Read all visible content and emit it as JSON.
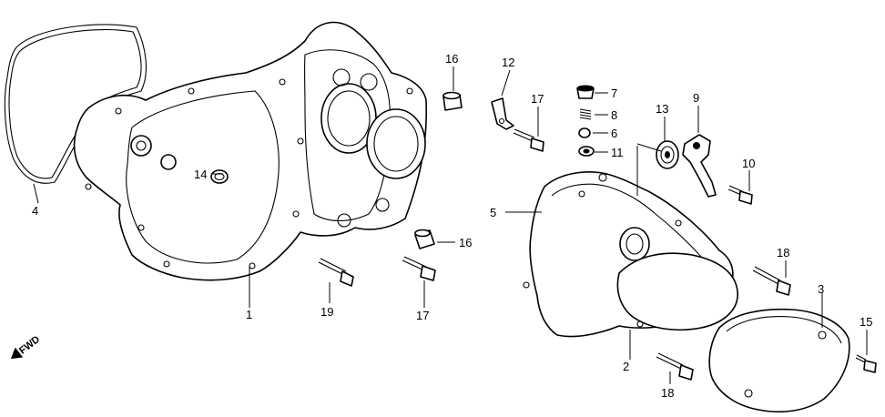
{
  "callouts": [
    {
      "id": "1",
      "label": "1"
    },
    {
      "id": "2",
      "label": "2"
    },
    {
      "id": "3",
      "label": "3"
    },
    {
      "id": "4",
      "label": "4"
    },
    {
      "id": "5",
      "label": "5"
    },
    {
      "id": "6",
      "label": "6"
    },
    {
      "id": "7",
      "label": "7"
    },
    {
      "id": "8",
      "label": "8"
    },
    {
      "id": "9",
      "label": "9"
    },
    {
      "id": "10",
      "label": "10"
    },
    {
      "id": "11",
      "label": "11"
    },
    {
      "id": "12",
      "label": "12"
    },
    {
      "id": "13",
      "label": "13"
    },
    {
      "id": "14",
      "label": "14"
    },
    {
      "id": "15",
      "label": "15"
    },
    {
      "id": "16a",
      "label": "16"
    },
    {
      "id": "16b",
      "label": "16"
    },
    {
      "id": "17a",
      "label": "17"
    },
    {
      "id": "17b",
      "label": "17"
    },
    {
      "id": "18a",
      "label": "18"
    },
    {
      "id": "18b",
      "label": "18"
    },
    {
      "id": "19",
      "label": "19"
    }
  ],
  "direction_marker": {
    "label": "FWD",
    "icon": "forward-arrow-icon"
  },
  "colors": {
    "ink": "#000000",
    "paper": "#ffffff"
  }
}
